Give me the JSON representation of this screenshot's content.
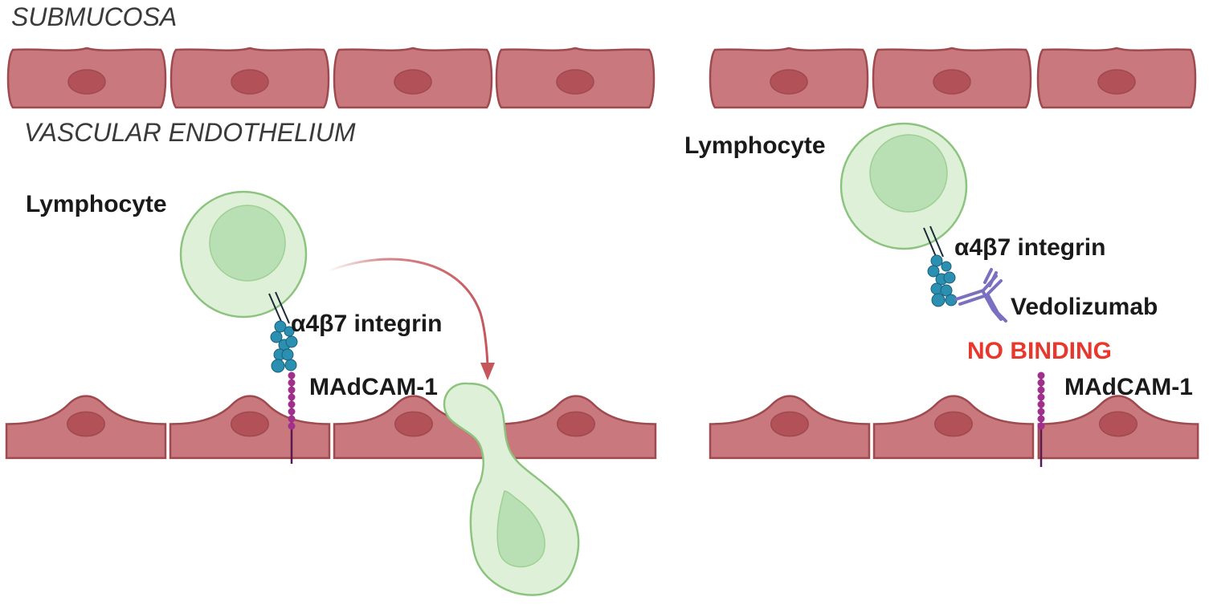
{
  "labels": {
    "submucosa": "SUBMUCOSA",
    "vascular_endothelium": "VASCULAR ENDOTHELIUM",
    "left": {
      "lymphocyte": "Lymphocyte",
      "integrin": "α4β7 integrin",
      "madcam": "MAdCAM-1"
    },
    "right": {
      "lymphocyte": "Lymphocyte",
      "integrin": "α4β7 integrin",
      "drug": "Vedolizumab",
      "no_binding": "NO BINDING",
      "madcam": "MAdCAM-1"
    }
  },
  "colors": {
    "endothelial_cell": "#c9787d",
    "endothelial_outline": "#9e4a4f",
    "nucleus": "#b35158",
    "lymphocyte_outer": "#dff0d8",
    "lymphocyte_inner": "#b9e0b4",
    "lymphocyte_outline": "#8cc47f",
    "integrin": "#2a7fa6",
    "madcam": "#a0308c",
    "antibody": "#7a70c0",
    "arrow": "#c5565b",
    "no_binding": "#e8382d"
  }
}
